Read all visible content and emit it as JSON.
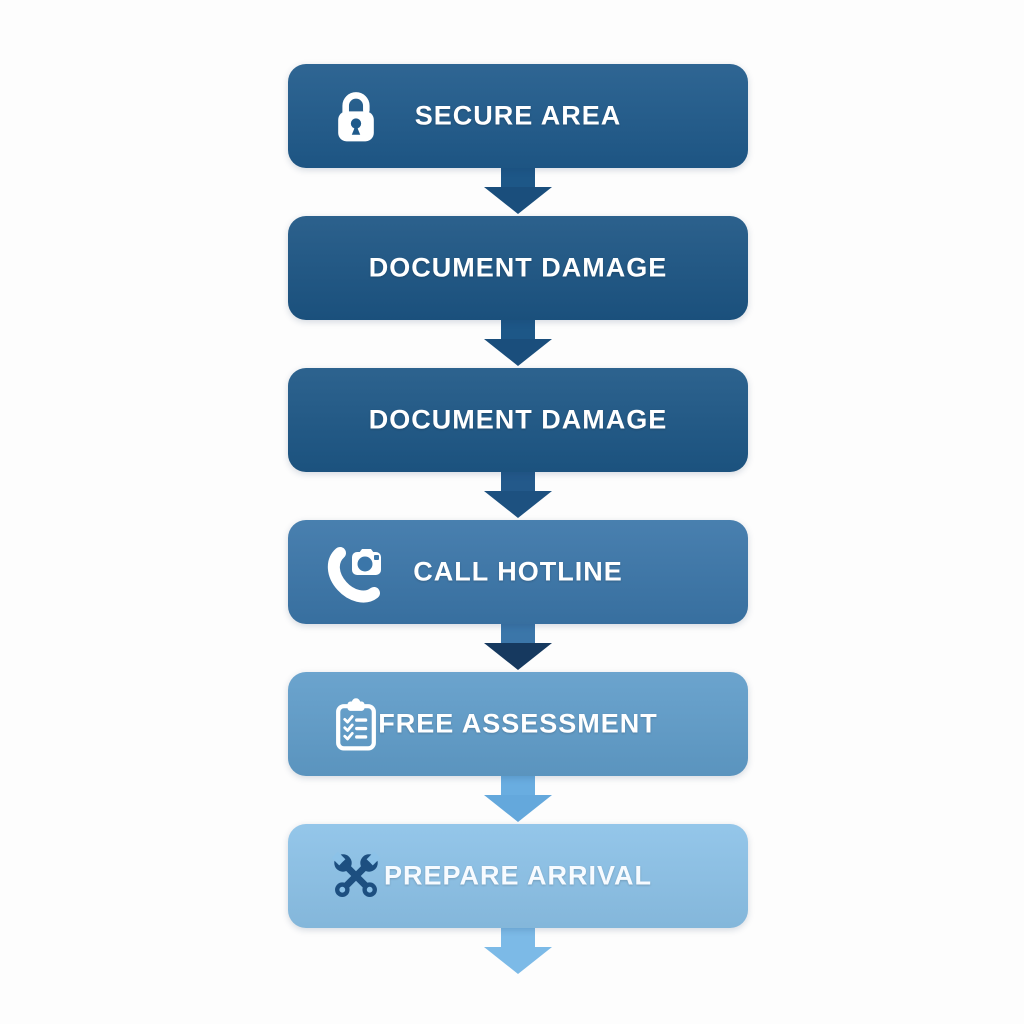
{
  "page": {
    "background_color": "#fdfdfd",
    "description": "Vertical six-step process flowchart with downward arrows"
  },
  "flowchart": {
    "steps": [
      {
        "label": "SECURE AREA",
        "icon": "lock-icon",
        "box_color": "#1f5a8b",
        "icon_color": "#ffffff",
        "label_color": "#ffffff",
        "arrow_stem_color": "#1d5787",
        "arrow_head_color": "#1a4e7c"
      },
      {
        "label": "DOCUMENT DAMAGE",
        "icon": null,
        "box_color": "#1c5584",
        "icon_color": "#ffffff",
        "label_color": "#ffffff",
        "arrow_stem_color": "#1d5787",
        "arrow_head_color": "#1a4e7c"
      },
      {
        "label": "DOCUMENT DAMAGE",
        "icon": null,
        "box_color": "#1d5786",
        "icon_color": "#ffffff",
        "label_color": "#ffffff",
        "arrow_stem_color": "#23598a",
        "arrow_head_color": "#1d5180"
      },
      {
        "label": "CALL HOTLINE",
        "icon": "phone-camera-icon",
        "box_color": "#3b76a9",
        "icon_color": "#ffffff",
        "label_color": "#ffffff",
        "arrow_stem_color": "#3b76a9",
        "arrow_head_color": "#16395f"
      },
      {
        "label": "FREE ASSESSMENT",
        "icon": "clipboard-checklist-icon",
        "box_color": "#609dca",
        "icon_color": "#ffffff",
        "label_color": "#ffffff",
        "arrow_stem_color": "#69ade0",
        "arrow_head_color": "#64a8dc"
      },
      {
        "label": "PREPARE ARRIVAL",
        "icon": "crossed-wrenches-icon",
        "box_color": "#8cc2e8",
        "icon_color": "#1d4f80",
        "label_color": "#f7fbff",
        "arrow_stem_color": "#7cbae7",
        "arrow_head_color": "#7cbae7"
      }
    ]
  }
}
